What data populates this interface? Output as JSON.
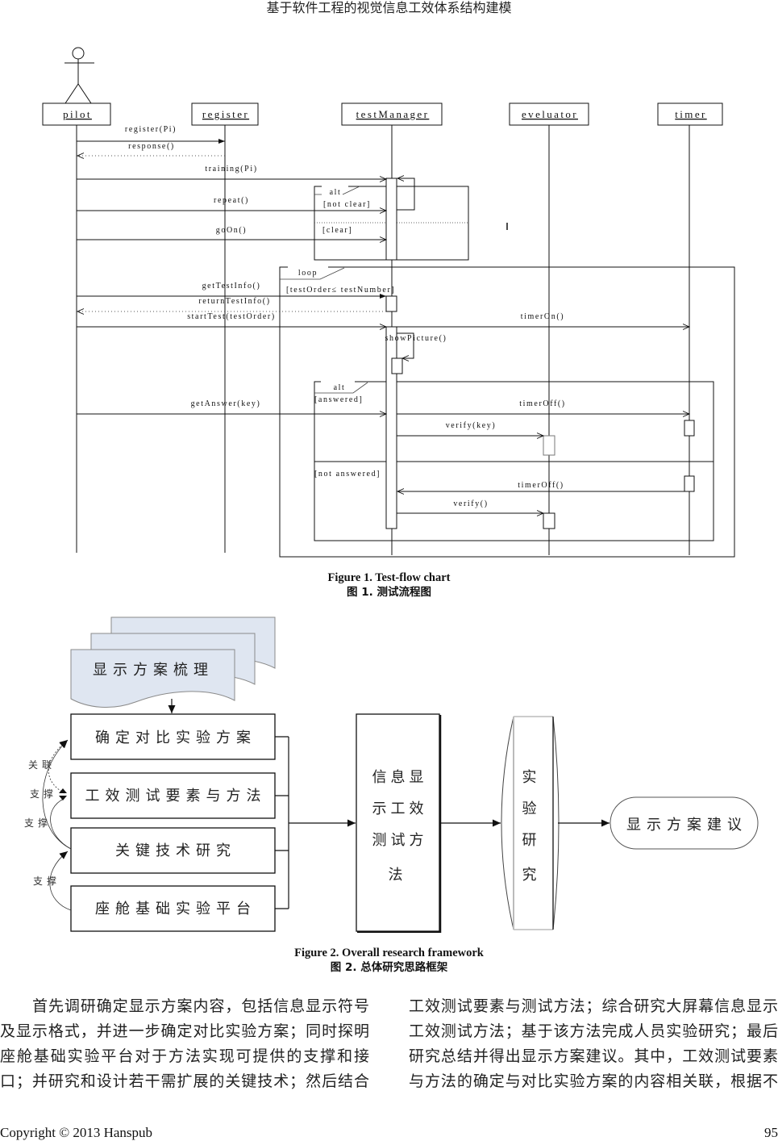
{
  "page": {
    "running_header": "基于软件工程的视觉信息工效体系结构建模",
    "footer": {
      "copyright": "Copyright © 2013 Hanspub",
      "page_number": "95"
    }
  },
  "figure1": {
    "caption_en": "Figure 1. Test-flow chart",
    "caption_zh": "图 1.  测试流程图",
    "actor": "pilot",
    "lifelines": [
      "pilot",
      "register",
      "testManager",
      "eveluator",
      "timer"
    ],
    "messages": [
      {
        "label": "register(Pi)",
        "from": "pilot",
        "to": "register",
        "kind": "synchronous"
      },
      {
        "label": "response()",
        "from": "register",
        "to": "pilot",
        "kind": "return"
      },
      {
        "label": "training(Pi)",
        "from": "pilot",
        "to": "testManager",
        "kind": "call"
      },
      {
        "label": "repeat()",
        "from": "pilot",
        "to": "testManager",
        "kind": "call"
      },
      {
        "label": "goOn()",
        "from": "pilot",
        "to": "testManager",
        "kind": "call"
      },
      {
        "label": "getTestInfo()",
        "from": "pilot",
        "to": "testManager",
        "kind": "synchronous"
      },
      {
        "label": "returnTestInfo()",
        "from": "testManager",
        "to": "pilot",
        "kind": "return"
      },
      {
        "label": "startTest(testOrder)",
        "from": "pilot",
        "to": "testManager",
        "kind": "call"
      },
      {
        "label": "timerOn()",
        "from": "testManager",
        "to": "timer",
        "kind": "call"
      },
      {
        "label": "showPicture()",
        "from": "testManager",
        "to": "testManager",
        "kind": "self"
      },
      {
        "label": "getAnswer(key)",
        "from": "pilot",
        "to": "testManager",
        "kind": "call"
      },
      {
        "label": "timerOff()",
        "from": "testManager",
        "to": "timer",
        "kind": "call"
      },
      {
        "label": "verify(key)",
        "from": "testManager",
        "to": "eveluator",
        "kind": "call"
      },
      {
        "label": "timerOff()",
        "from": "timer",
        "to": "testManager",
        "kind": "call"
      },
      {
        "label": "verify()",
        "from": "testManager",
        "to": "eveluator",
        "kind": "call"
      }
    ],
    "frames": [
      {
        "operator": "alt",
        "guards": [
          "[not clear]",
          "[clear]"
        ]
      },
      {
        "operator": "loop",
        "guards": [
          "[testOrder≤ testNumber]"
        ]
      },
      {
        "operator": "alt",
        "guards": [
          "[answered]",
          "[not answered]"
        ]
      }
    ]
  },
  "figure2": {
    "caption_en": "Figure 2. Overall research framework",
    "caption_zh": "图 2.  总体研究思路框架",
    "source_document": "显示方案梳理",
    "boxes": [
      "确定对比实验方案",
      "工效测试要素与方法",
      "关键技术研究",
      "座舱基础实验平台"
    ],
    "method_box_lines": [
      "信息显",
      "示工效",
      "测试方",
      "法"
    ],
    "study_lines": [
      "实",
      "验",
      "研",
      "究"
    ],
    "result": "显示方案建议",
    "relations": [
      {
        "label": "关联",
        "from": "工效测试要素与方法",
        "to": "确定对比实验方案"
      },
      {
        "label": "支撑",
        "from": "关键技术研究",
        "to": "工效测试要素与方法"
      },
      {
        "label": "支撑",
        "from": "关键技术研究",
        "to": "确定对比实验方案"
      },
      {
        "label": "支撑",
        "from": "座舱基础实验平台",
        "to": "关键技术研究"
      }
    ]
  },
  "body_text": {
    "left_column": [
      "首先调研确定显示方案内容，包括信息显示符号",
      "及显示格式，并进一步确定对比实验方案；同时探明",
      "座舱基础实验平台对于方法实现可提供的支撑和接",
      "口；并研究和设计若干需扩展的关键技术；然后结合"
    ],
    "right_column": [
      "工效测试要素与测试方法；综合研究大屏幕信息显示",
      "工效测试方法；基于该方法完成人员实验研究；最后",
      "研究总结并得出显示方案建议。其中，工效测试要素",
      "与方法的确定与对比实验方案的内容相关联，根据不"
    ]
  }
}
